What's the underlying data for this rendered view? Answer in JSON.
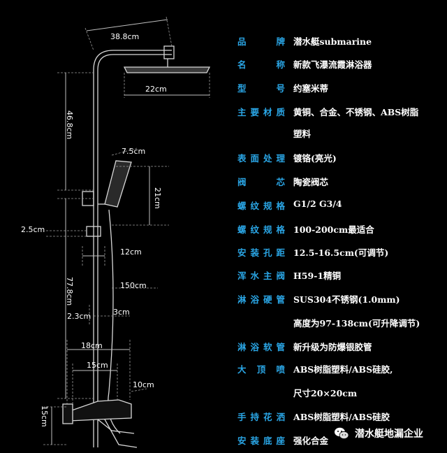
{
  "diagram": {
    "dimensions": {
      "top_width": "38.8cm",
      "head_width": "22cm",
      "height_upper": "46.8cm",
      "handheld_head": "7.5cm",
      "handheld_length": "21cm",
      "bracket": "2.5cm",
      "slide_bar_gap": "12cm",
      "hose": "150cm",
      "pipe_total": "77.8cm",
      "pipe_diameter": "2.3cm",
      "pipe_offset": "3cm",
      "valve_width": "18cm",
      "valve_inner": "15cm",
      "spout": "10cm",
      "base_height": "15cm"
    }
  },
  "specs": [
    {
      "label": "品 牌",
      "value": "潜水艇submarine"
    },
    {
      "label": "名 称",
      "value": "新款飞瀑流霞淋浴器"
    },
    {
      "label": "型 号",
      "value": "约塞米蒂"
    },
    {
      "label": "主要材质",
      "value": "黄铜、合金、不锈钢、ABS树脂"
    },
    {
      "label": "",
      "value": "塑料"
    },
    {
      "label": "表面处理",
      "value": "镀铬(亮光)"
    },
    {
      "label": "阀 芯",
      "value": "陶瓷阀芯"
    },
    {
      "label": "螺纹规格",
      "value": "G1/2 G3/4"
    },
    {
      "label": "螺纹规格",
      "value": "100-200cm最适合"
    },
    {
      "label": "安装孔距",
      "value": "12.5-16.5cm(可调节)"
    },
    {
      "label": "浑水主阀",
      "value": "H59-1精铜"
    },
    {
      "label": "淋浴硬管",
      "value": "SUS304不锈钢(1.0mm)"
    },
    {
      "label": "",
      "value": "高度为97-138cm(可升降调节)"
    },
    {
      "label": "淋浴软管",
      "value": "新升级为防爆银胶管"
    },
    {
      "label": "大顶喷",
      "value": "ABS树脂塑料/ABS硅胶,"
    },
    {
      "label": "",
      "value": "尺寸20×20cm"
    },
    {
      "label": "手持花洒",
      "value": "ABS树脂塑料/ABS硅胶"
    },
    {
      "label": "安装底座",
      "value": "强化合金"
    }
  ],
  "watermark": {
    "icon": "wechat-icon",
    "text": "潜水艇地漏企业"
  }
}
